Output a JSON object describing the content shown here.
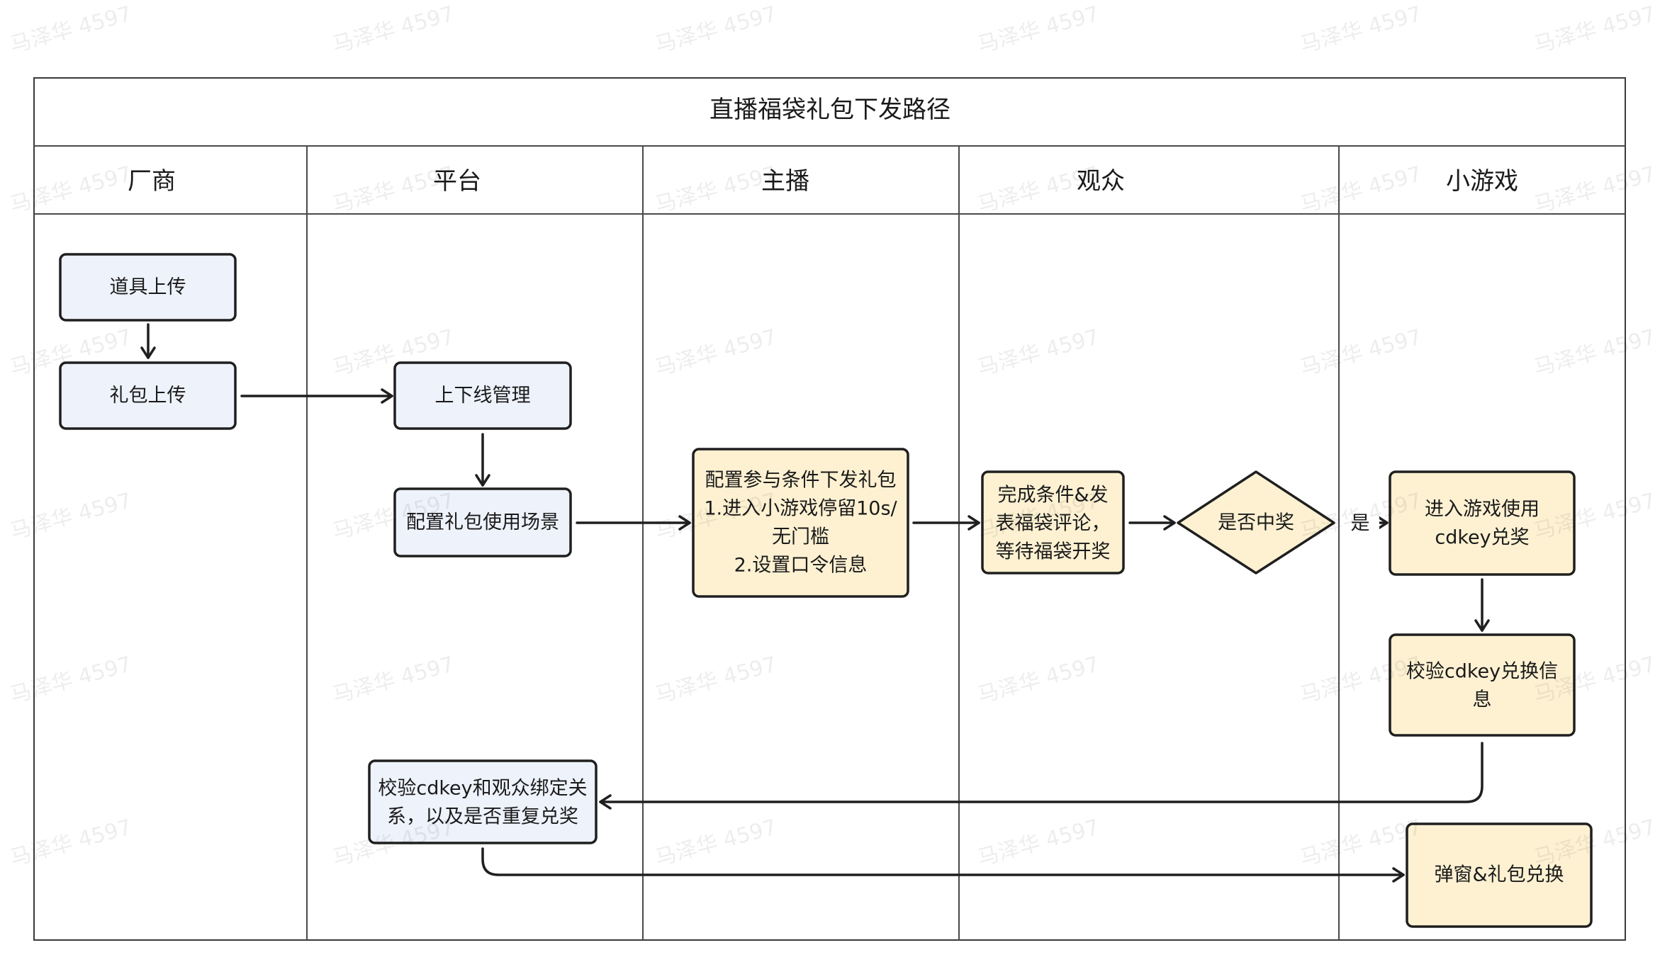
{
  "title": "直播福袋礼包下发路径",
  "lanes": [
    {
      "label": "厂商"
    },
    {
      "label": "平台"
    },
    {
      "label": "主播"
    },
    {
      "label": "观众"
    },
    {
      "label": "小游戏"
    }
  ],
  "nodes": {
    "prop_upload": {
      "lines": [
        "道具上传"
      ]
    },
    "package_upload": {
      "lines": [
        "礼包上传"
      ]
    },
    "online_offline_management": {
      "lines": [
        "上下线管理"
      ]
    },
    "configure_package_scene": {
      "lines": [
        "配置礼包使用场景"
      ]
    },
    "configure_conditions": {
      "lines": [
        "配置参与条件下发礼包",
        "1.进入小游戏停留10s/",
        "无门槛",
        "2.设置口令信息"
      ]
    },
    "complete_conditions": {
      "lines": [
        "完成条件&发",
        "表福袋评论，",
        "等待福袋开奖"
      ]
    },
    "is_winner": {
      "lines": [
        "是否中奖"
      ]
    },
    "enter_game_redeem": {
      "lines": [
        "进入游戏使用",
        "cdkey兑奖"
      ]
    },
    "verify_cdkey_info": {
      "lines": [
        "校验cdkey兑换信",
        "息"
      ]
    },
    "verify_cdkey_binding": {
      "lines": [
        "校验cdkey和观众绑定关",
        "系，以及是否重复兑奖"
      ]
    },
    "popup_redeem": {
      "lines": [
        "弹窗&礼包兑换"
      ]
    }
  },
  "edge_labels": {
    "yes": "是"
  },
  "watermark": "马泽华 4597",
  "colors": {
    "platform_node_fill": "#EEF2FB",
    "flow_node_fill": "#FDF1D2",
    "node_stroke": "#1F1F1F"
  }
}
